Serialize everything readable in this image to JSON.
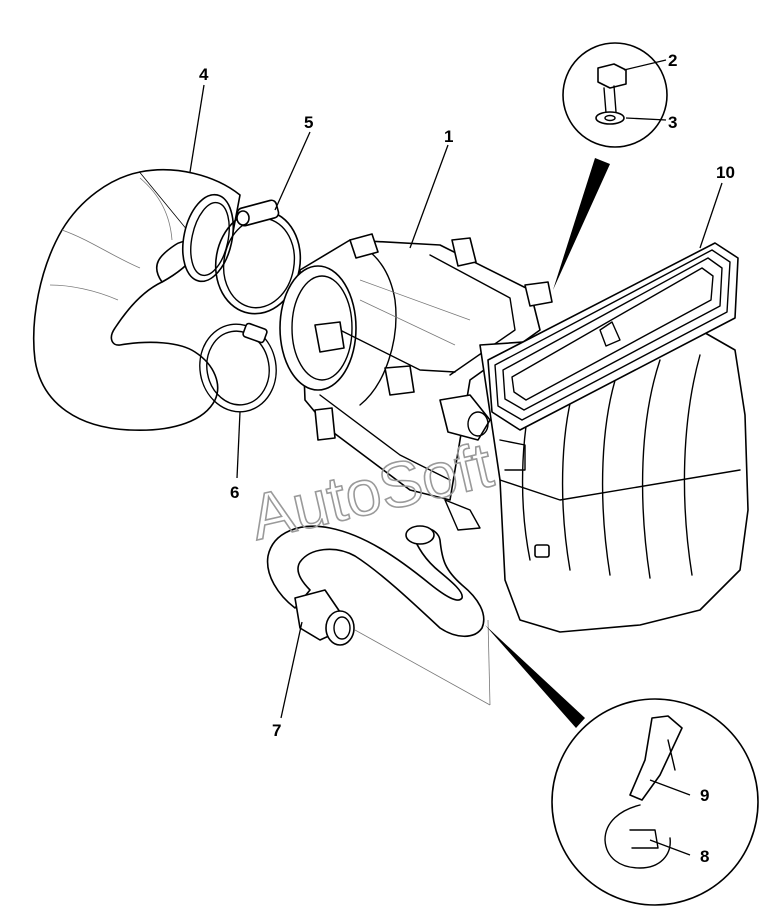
{
  "watermark": "AutoSoft",
  "callouts": [
    {
      "id": "1",
      "text": "1"
    },
    {
      "id": "2",
      "text": "2"
    },
    {
      "id": "3",
      "text": "3"
    },
    {
      "id": "4",
      "text": "4"
    },
    {
      "id": "5",
      "text": "5"
    },
    {
      "id": "6",
      "text": "6"
    },
    {
      "id": "7",
      "text": "7"
    },
    {
      "id": "8",
      "text": "8"
    },
    {
      "id": "9",
      "text": "9"
    },
    {
      "id": "10",
      "text": "10"
    }
  ]
}
